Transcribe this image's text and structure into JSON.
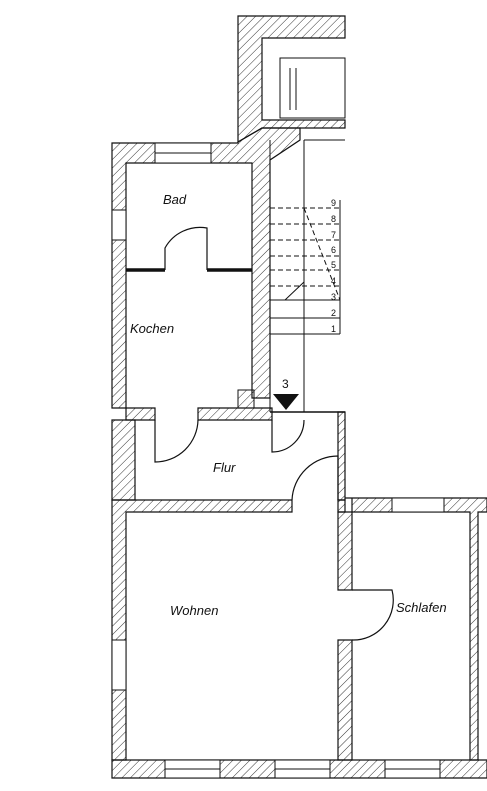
{
  "plan": {
    "rooms": [
      {
        "id": "bad",
        "label": "Bad"
      },
      {
        "id": "kochen",
        "label": "Kochen"
      },
      {
        "id": "flur",
        "label": "Flur"
      },
      {
        "id": "wohnen",
        "label": "Wohnen"
      },
      {
        "id": "schlafen",
        "label": "Schlafen"
      }
    ],
    "stair_steps": [
      "1",
      "2",
      "3",
      "4",
      "5",
      "6",
      "7",
      "8",
      "9"
    ],
    "level_marker": "3",
    "colors": {
      "wall_outline": "#111111",
      "hatch": "#333333",
      "background": "#ffffff"
    }
  }
}
